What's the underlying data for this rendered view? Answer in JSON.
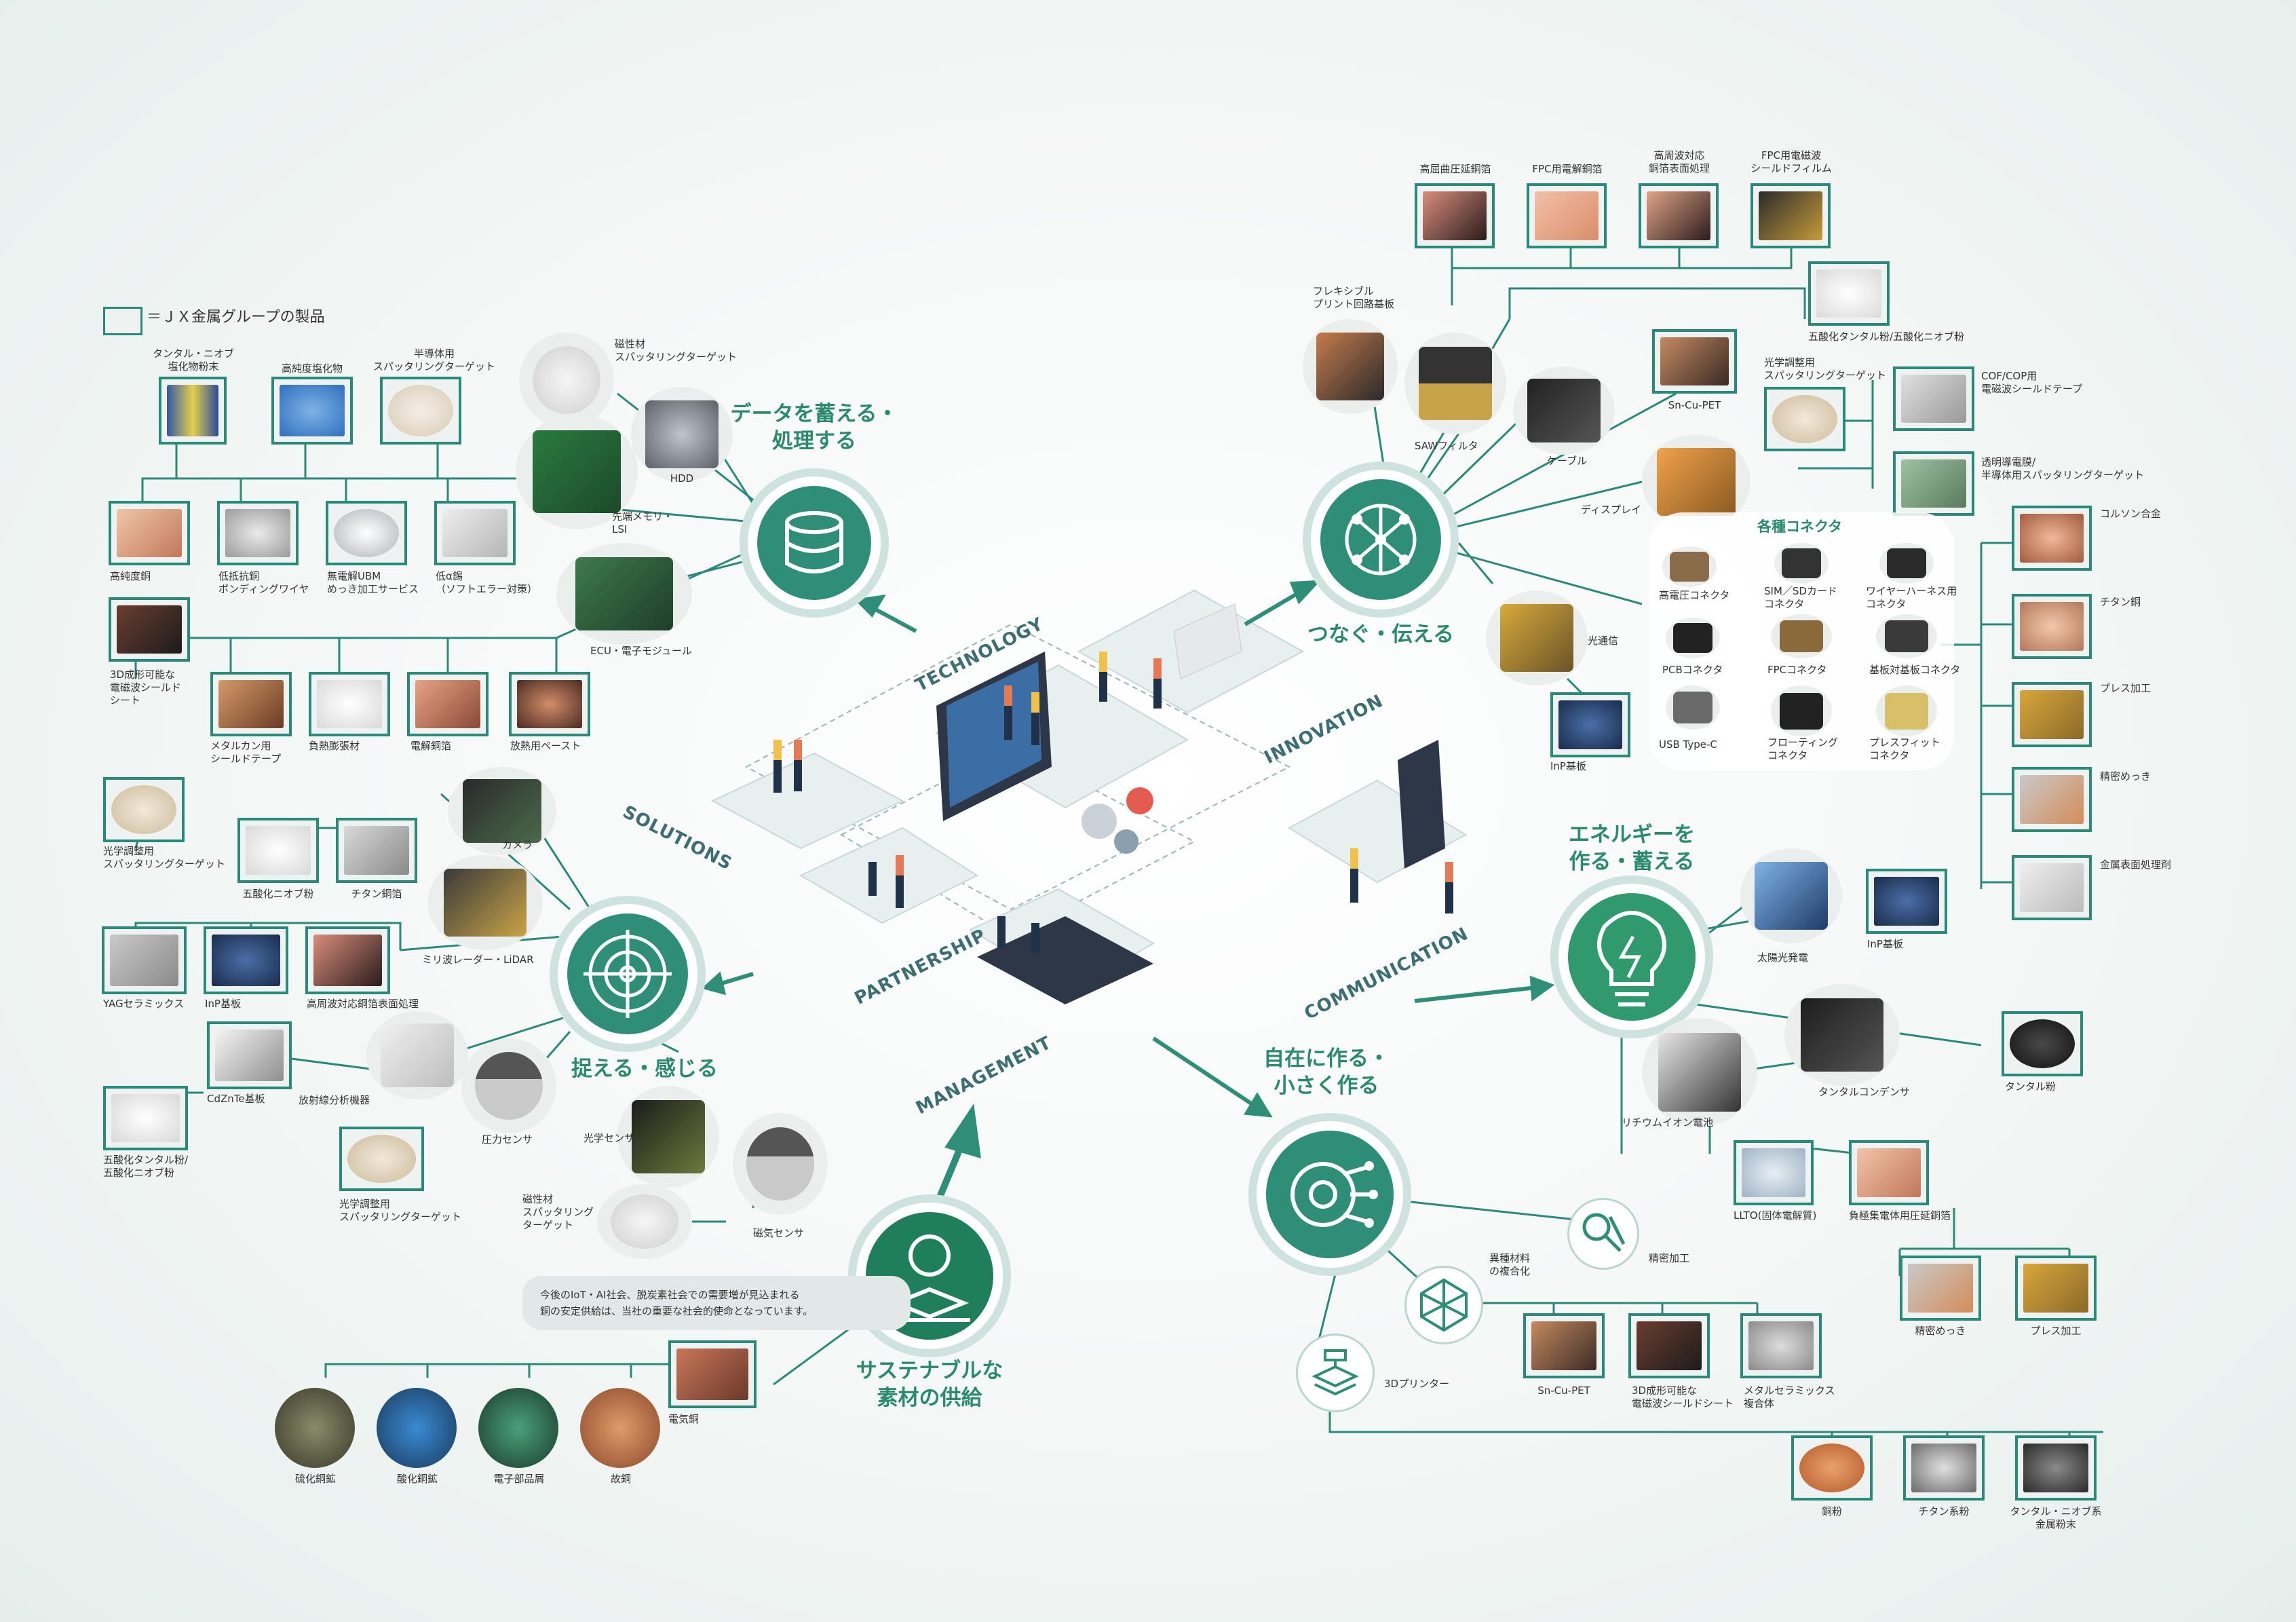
{
  "legend": {
    "text": "＝ＪＸ金属グループの製品"
  },
  "hubs": {
    "data": {
      "title": "データを蓄える・\n処理する",
      "icon": "database-icon"
    },
    "connect": {
      "title": "つなぐ・伝える",
      "icon": "network-icon"
    },
    "energy": {
      "title": "エネルギーを\n作る・蓄える",
      "icon": "lightbulb-icon"
    },
    "make": {
      "title": "自在に作る・\n小さく作る",
      "icon": "gear-circuit-icon"
    },
    "sense": {
      "title": "捉える・感じる",
      "icon": "radar-icon"
    },
    "sustain": {
      "title": "サステナブルな\n素材の供給",
      "icon": "recycle-icon"
    }
  },
  "iso_labels": {
    "technology": "TECHNOLOGY",
    "innovation": "INNOVATION",
    "solutions": "SOLUTIONS",
    "partnership": "PARTNERSHIP",
    "communication": "COMMUNICATION",
    "management": "MANAGEMENT"
  },
  "data_group": {
    "top": [
      "タンタル・ニオブ\n塩化物粉末",
      "高純度塩化物",
      "半導体用\nスパッタリングターゲット"
    ],
    "mid": [
      "高純度銅",
      "低抵抗銅\nボンディングワイヤ",
      "無電解UBM\nめっき加工サービス",
      "低α錫\n（ソフトエラー対策）"
    ],
    "bottom": [
      "3D成形可能な\n電磁波シールド\nシート",
      "メタルカン用\nシールドテープ",
      "負熱膨張材",
      "電解銅箔",
      "放熱用ペースト"
    ],
    "devices": [
      "磁性材\nスパッタリングターゲット",
      "HDD",
      "先端メモリ・\nLSI",
      "ECU・電子モジュール"
    ]
  },
  "connect_group": {
    "top": [
      "高屈曲圧延銅箔",
      "FPC用電解銅箔",
      "高周波対応\n銅箔表面処理",
      "FPC用電磁波\nシールドフィルム"
    ],
    "devices": [
      "フレキシブル\nプリント回路基板",
      "SAWフィルタ",
      "ケーブル",
      "Sn-Cu-PET",
      "ディスプレイ",
      "光通信",
      "InP基板"
    ],
    "right": [
      "五酸化タンタル粉/五酸化ニオブ粉",
      "光学調整用\nスパッタリングターゲット",
      "COF/COP用\n電磁波シールドテープ",
      "透明導電膜/\n半導体用スパッタリングターゲット"
    ],
    "connectors_title": "各種コネクタ",
    "connectors": [
      "高電圧コネクタ",
      "SIM／SDカード\nコネクタ",
      "ワイヤーハーネス用\nコネクタ",
      "PCBコネクタ",
      "FPCコネクタ",
      "基板対基板コネクタ",
      "USB Type-C",
      "フローティング\nコネクタ",
      "プレスフィット\nコネクタ"
    ],
    "far_right": [
      "コルソン合金",
      "チタン銅",
      "プレス加工",
      "精密めっき",
      "金属表面処理剤"
    ]
  },
  "energy_group": {
    "items": [
      "太陽光発電",
      "InP基板",
      "タンタルコンデンサ",
      "タンタル粉",
      "リチウムイオン電池",
      "LLTO(固体電解質)",
      "負極集電体用圧延銅箔"
    ]
  },
  "make_group": {
    "items": [
      "精密加工",
      "異種材料\nの複合化",
      "3Dプリンター",
      "精密めっき",
      "プレス加工",
      "Sn-Cu-PET",
      "3D成形可能な\n電磁波シールドシート",
      "メタルセラミックス\n複合体",
      "銅粉",
      "チタン系粉",
      "タンタル・ニオブ系\n金属粉末"
    ]
  },
  "sense_group": {
    "items": [
      "光学調整用\nスパッタリングターゲット",
      "五酸化ニオブ粉",
      "チタン銅箔",
      "カメラ",
      "ミリ波レーダー・LiDAR",
      "YAGセラミックス",
      "InP基板",
      "高周波対応銅箔表面処理",
      "CdZnTe基板",
      "放射線分析機器",
      "圧力センサ",
      "光学センサ",
      "五酸化タンタル粉/\n五酸化ニオブ粉",
      "光学調整用\nスパッタリングターゲット",
      "磁性材\nスパッタリング\nターゲット",
      "磁気センサ"
    ]
  },
  "sustain_group": {
    "note": "今後のIoT・AI社会、脱炭素社会での需要増が見込まれる\n銅の安定供給は、当社の重要な社会的使命となっています。",
    "copper": "電気銅",
    "ores": [
      "硫化銅鉱",
      "酸化銅鉱",
      "電子部品屑",
      "故銅"
    ]
  },
  "colors": {
    "accent": "#2e8e78",
    "thumb_border": "#2a8a7a",
    "line": "#2a8a7a"
  }
}
